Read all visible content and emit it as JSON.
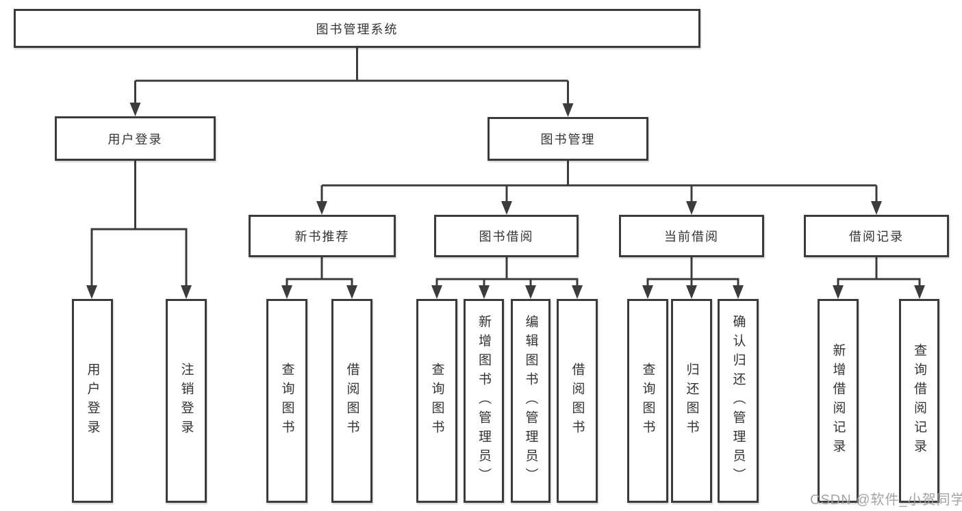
{
  "diagram": {
    "title": "图书管理系统",
    "tree": {
      "label": "图书管理系统",
      "children": [
        {
          "label": "用户登录",
          "children": [
            {
              "label": "用户登录"
            },
            {
              "label": "注销登录"
            }
          ]
        },
        {
          "label": "图书管理",
          "children": [
            {
              "label": "新书推荐",
              "children": [
                {
                  "label": "查询图书"
                },
                {
                  "label": "借阅图书"
                }
              ]
            },
            {
              "label": "图书借阅",
              "children": [
                {
                  "label": "查询图书"
                },
                {
                  "label": "新增图书（管理员）"
                },
                {
                  "label": "编辑图书（管理员）"
                },
                {
                  "label": "借阅图书"
                }
              ]
            },
            {
              "label": "当前借阅",
              "children": [
                {
                  "label": "查询图书"
                },
                {
                  "label": "归还图书"
                },
                {
                  "label": "确认归还（管理员）"
                }
              ]
            },
            {
              "label": "借阅记录",
              "children": [
                {
                  "label": "新增借阅记录"
                },
                {
                  "label": "查询借阅记录"
                }
              ]
            }
          ]
        }
      ]
    }
  },
  "watermark": {
    "text": "CSDN @软件_小贺同学"
  },
  "colors": {
    "line": "#3c3c3c",
    "box_border": "#3b3b3b",
    "text": "#333333",
    "watermark": "#9e9e9e",
    "background": "#ffffff"
  }
}
